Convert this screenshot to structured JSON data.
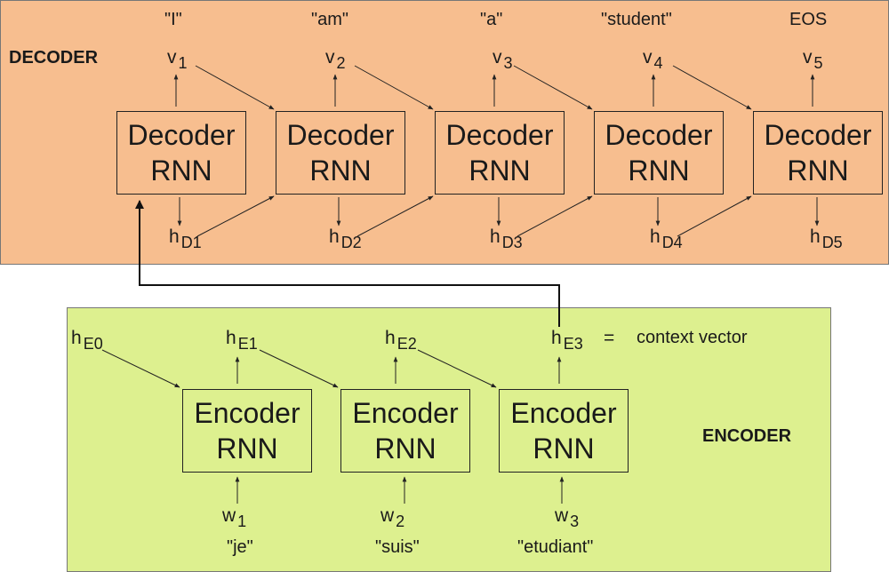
{
  "decoder": {
    "section_label": "DECODER",
    "color": "#f7be8f",
    "box_line1": "Decoder",
    "box_line2": "RNN",
    "outputs": [
      "\"I\"",
      "\"am\"",
      "\"a\"",
      "\"student\"",
      "EOS"
    ],
    "v_symbol": "v",
    "v_subs": [
      "1",
      "2",
      "3",
      "4",
      "5"
    ],
    "h_symbol": "h",
    "h_subs": [
      "D1",
      "D2",
      "D3",
      "D4",
      "D5"
    ]
  },
  "encoder": {
    "section_label": "ENCODER",
    "color": "#ddf08f",
    "box_line1": "Encoder",
    "box_line2": "RNN",
    "h_symbol": "h",
    "h_subs": [
      "E0",
      "E1",
      "E2",
      "E3"
    ],
    "equals": "=",
    "context_label": "context vector",
    "w_symbol": "w",
    "w_subs": [
      "1",
      "2",
      "3"
    ],
    "inputs": [
      "\"je\"",
      "\"suis\"",
      "\"etudiant\""
    ]
  }
}
